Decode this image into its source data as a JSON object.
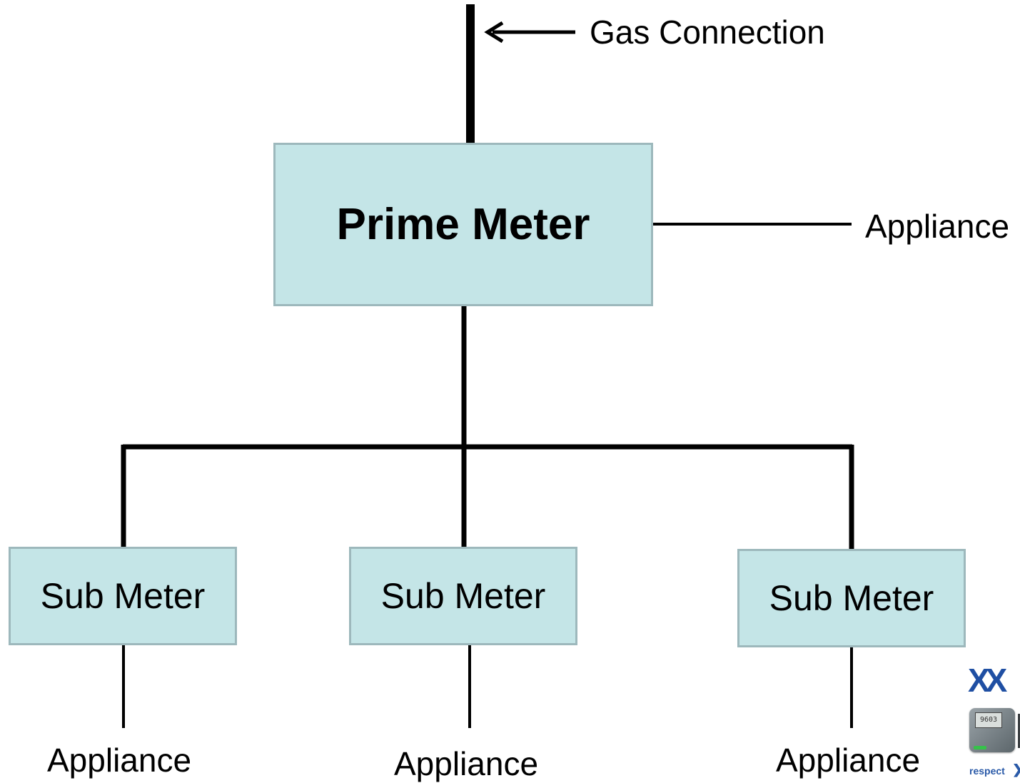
{
  "diagram": {
    "gas_connection_label": "Gas Connection",
    "prime_meter_label": "Prime Meter",
    "prime_appliance_label": "Appliance",
    "sub_meters": [
      {
        "label": "Sub Meter",
        "appliance": "Appliance"
      },
      {
        "label": "Sub Meter",
        "appliance": "Appliance"
      },
      {
        "label": "Sub Meter",
        "appliance": "Appliance"
      }
    ]
  },
  "corner_logo": {
    "mark": "XX",
    "thumbnail_reading": "9603",
    "caption": "respect",
    "chevron": "❯",
    "brand_color": "#1f4fa3"
  }
}
